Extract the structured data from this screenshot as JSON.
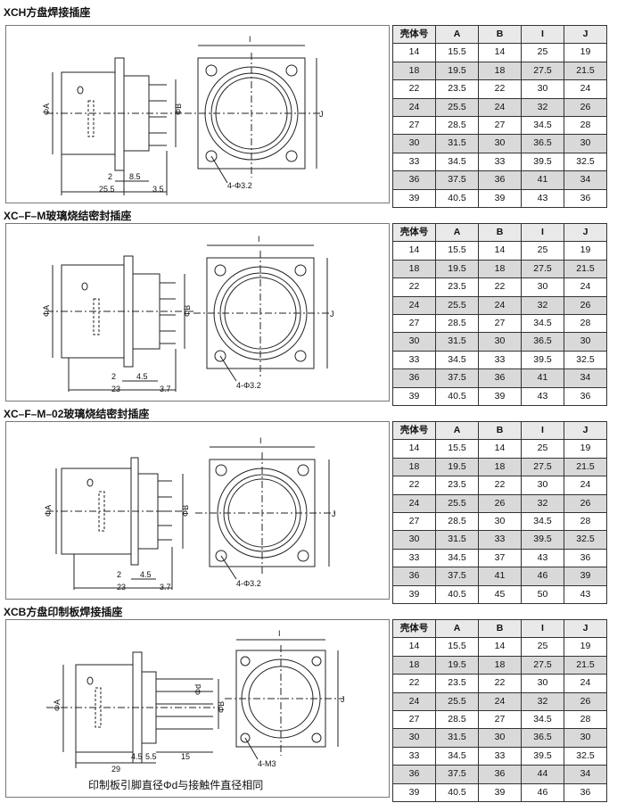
{
  "table_headers": [
    "壳体号",
    "A",
    "B",
    "I",
    "J"
  ],
  "sections": [
    {
      "title": "XCH方盘焊接插座",
      "dims": {
        "d1": "2",
        "d2": "8.5",
        "d3": "25.5",
        "d4": "3.5",
        "hole": "4-Φ3.2",
        "phiA": "ΦA",
        "phiB": "ΦB",
        "I": "I",
        "J": "J"
      },
      "rows": [
        [
          "14",
          "15.5",
          "14",
          "25",
          "19"
        ],
        [
          "18",
          "19.5",
          "18",
          "27.5",
          "21.5"
        ],
        [
          "22",
          "23.5",
          "22",
          "30",
          "24"
        ],
        [
          "24",
          "25.5",
          "24",
          "32",
          "26"
        ],
        [
          "27",
          "28.5",
          "27",
          "34.5",
          "28"
        ],
        [
          "30",
          "31.5",
          "30",
          "36.5",
          "30"
        ],
        [
          "33",
          "34.5",
          "33",
          "39.5",
          "32.5"
        ],
        [
          "36",
          "37.5",
          "36",
          "41",
          "34"
        ],
        [
          "39",
          "40.5",
          "39",
          "43",
          "36"
        ]
      ]
    },
    {
      "title": "XC–F–M玻璃烧结密封插座",
      "dims": {
        "d1": "2",
        "d2": "4.5",
        "d3": "23",
        "d4": "3.7",
        "hole": "4-Φ3.2",
        "phiA": "ΦA",
        "phiB": "ΦB",
        "I": "I",
        "J": "J"
      },
      "rows": [
        [
          "14",
          "15.5",
          "14",
          "25",
          "19"
        ],
        [
          "18",
          "19.5",
          "18",
          "27.5",
          "21.5"
        ],
        [
          "22",
          "23.5",
          "22",
          "30",
          "24"
        ],
        [
          "24",
          "25.5",
          "24",
          "32",
          "26"
        ],
        [
          "27",
          "28.5",
          "27",
          "34.5",
          "28"
        ],
        [
          "30",
          "31.5",
          "30",
          "36.5",
          "30"
        ],
        [
          "33",
          "34.5",
          "33",
          "39.5",
          "32.5"
        ],
        [
          "36",
          "37.5",
          "36",
          "41",
          "34"
        ],
        [
          "39",
          "40.5",
          "39",
          "43",
          "36"
        ]
      ]
    },
    {
      "title": "XC–F–M–02玻璃烧结密封插座",
      "dims": {
        "d1": "2",
        "d2": "4.5",
        "d3": "23",
        "d4": "3.7",
        "hole": "4-Φ3.2",
        "phiA": "ΦA",
        "phiB": "ΦB",
        "I": "I",
        "J": "J"
      },
      "rows": [
        [
          "14",
          "15.5",
          "14",
          "25",
          "19"
        ],
        [
          "18",
          "19.5",
          "18",
          "27.5",
          "21.5"
        ],
        [
          "22",
          "23.5",
          "22",
          "30",
          "24"
        ],
        [
          "24",
          "25.5",
          "26",
          "32",
          "26"
        ],
        [
          "27",
          "28.5",
          "30",
          "34.5",
          "28"
        ],
        [
          "30",
          "31.5",
          "33",
          "39.5",
          "32.5"
        ],
        [
          "33",
          "34.5",
          "37",
          "43",
          "36"
        ],
        [
          "36",
          "37.5",
          "41",
          "46",
          "39"
        ],
        [
          "39",
          "40.5",
          "45",
          "50",
          "43"
        ]
      ]
    },
    {
      "title": "XCB方盘印制板焊接插座",
      "dims": {
        "d1": "4.5",
        "d2": "5.5",
        "d3": "29",
        "d4": "15",
        "hole": "4-M3",
        "phiA": "ΦA",
        "phiB": "ΦB",
        "phid": "Φd",
        "I": "I",
        "J": "J"
      },
      "note": "印制板引脚直径Φd与接触件直径相同",
      "rows": [
        [
          "14",
          "15.5",
          "14",
          "25",
          "19"
        ],
        [
          "18",
          "19.5",
          "18",
          "27.5",
          "21.5"
        ],
        [
          "22",
          "23.5",
          "22",
          "30",
          "24"
        ],
        [
          "24",
          "25.5",
          "24",
          "32",
          "26"
        ],
        [
          "27",
          "28.5",
          "27",
          "34.5",
          "28"
        ],
        [
          "30",
          "31.5",
          "30",
          "36.5",
          "30"
        ],
        [
          "33",
          "34.5",
          "33",
          "39.5",
          "32.5"
        ],
        [
          "36",
          "37.5",
          "36",
          "44",
          "34"
        ],
        [
          "39",
          "40.5",
          "39",
          "46",
          "36"
        ]
      ]
    }
  ]
}
